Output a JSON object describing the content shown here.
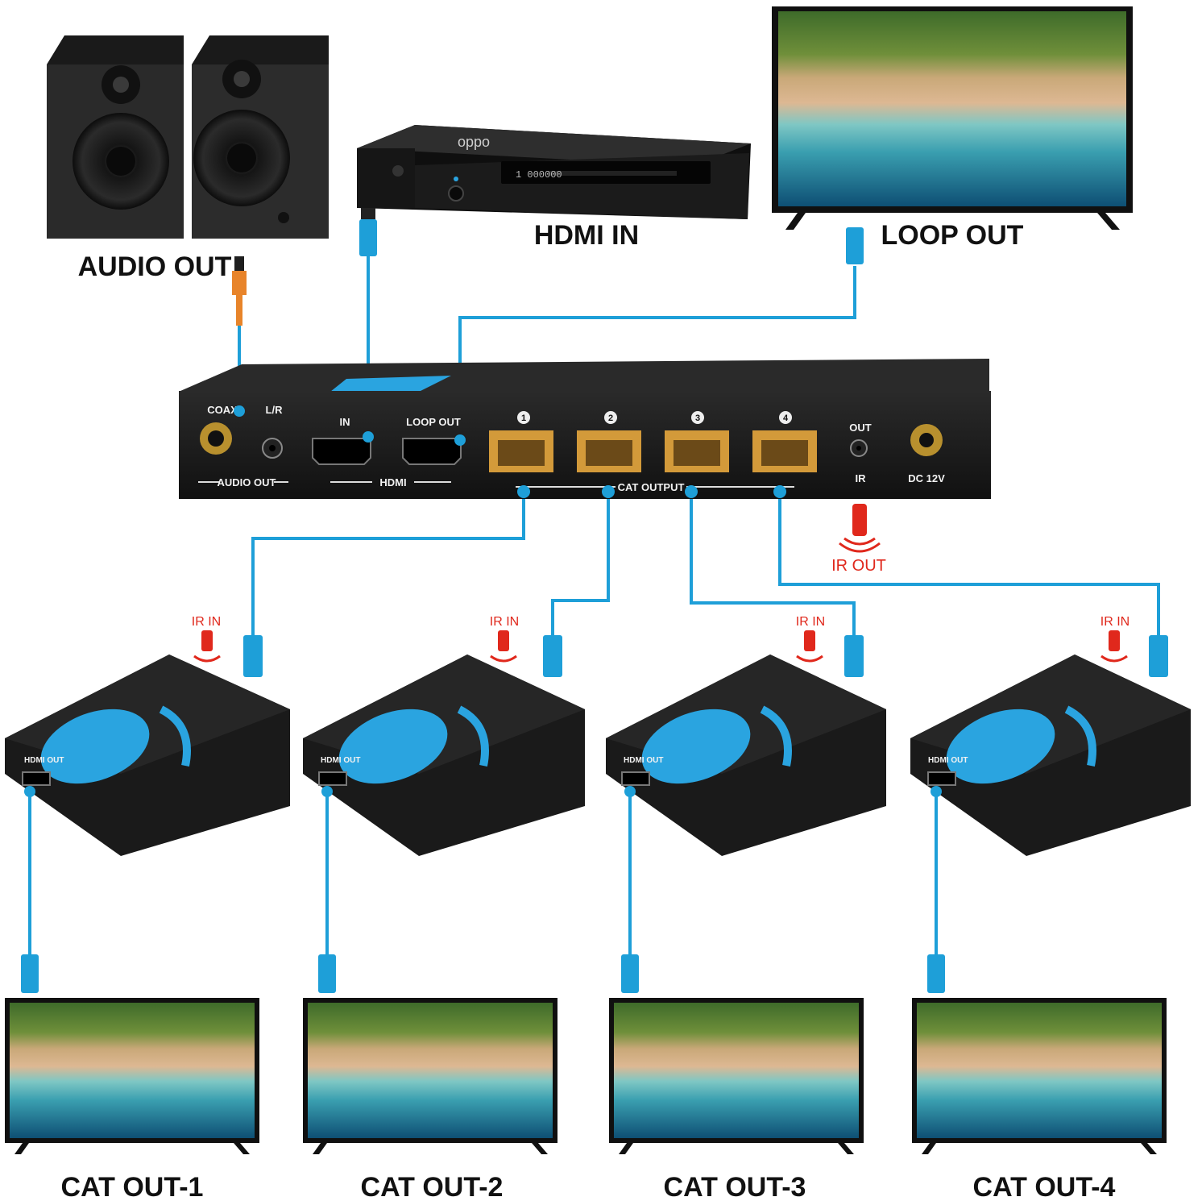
{
  "devices": {
    "speakers": {
      "caption": "AUDIO OUT"
    },
    "player": {
      "caption": "HDMI IN",
      "brand": "oppo",
      "display": "1 000000"
    },
    "loop_tv": {
      "caption": "LOOP OUT"
    }
  },
  "splitter": {
    "labels": {
      "coax": "COAX",
      "lr": "L/R",
      "audio_out": "AUDIO OUT",
      "in": "IN",
      "loop_out": "LOOP OUT",
      "hdmi": "HDMI",
      "cat_output": "CAT OUTPUT",
      "out": "OUT",
      "ir": "IR",
      "dc": "DC 12V"
    },
    "ports": [
      "1",
      "2",
      "3",
      "4"
    ]
  },
  "ir_out_label": "IR OUT",
  "receivers": [
    {
      "ir_label": "IR IN",
      "hdmi_label": "HDMI OUT",
      "tv_caption": "CAT OUT-1"
    },
    {
      "ir_label": "IR IN",
      "hdmi_label": "HDMI OUT",
      "tv_caption": "CAT OUT-2"
    },
    {
      "ir_label": "IR IN",
      "hdmi_label": "HDMI OUT",
      "tv_caption": "CAT OUT-3"
    },
    {
      "ir_label": "IR IN",
      "hdmi_label": "HDMI OUT",
      "tv_caption": "CAT OUT-4"
    }
  ],
  "colors": {
    "cable": "#1e9fd8",
    "receiver_accent": "#2aa4e0",
    "ir_red": "#e0281c",
    "rca_orange": "#e8842a",
    "rj45_gold": "#d39a3a",
    "device_dark": "#1c1c1c"
  }
}
